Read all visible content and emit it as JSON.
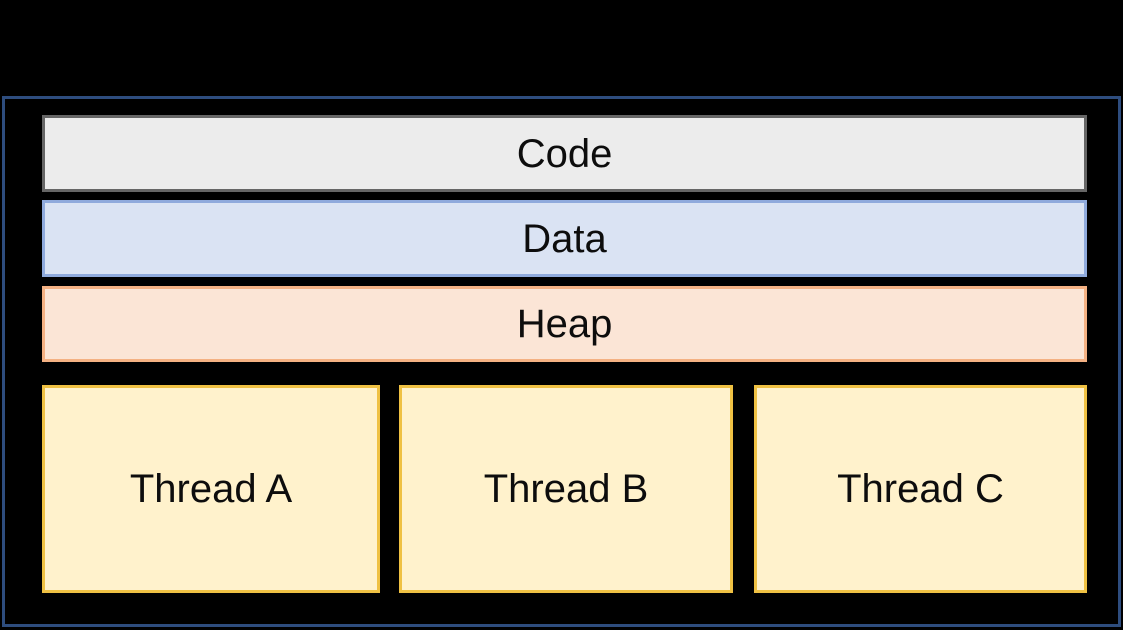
{
  "diagram": {
    "background_color": "#000000",
    "text_color": "#0D0D0D",
    "process_box": {
      "border_color": "#2E4D7E"
    },
    "memory_segments": [
      {
        "label": "Code",
        "fill": "#ECECEC",
        "border": "#666666"
      },
      {
        "label": "Data",
        "fill": "#DAE3F3",
        "border": "#8FAADC"
      },
      {
        "label": "Heap",
        "fill": "#FBE5D6",
        "border": "#F4B183"
      }
    ],
    "threads": [
      {
        "label": "Thread A",
        "fill": "#FFF2CC",
        "border": "#EFC143"
      },
      {
        "label": "Thread B",
        "fill": "#FFF2CC",
        "border": "#EFC143"
      },
      {
        "label": "Thread C",
        "fill": "#FFF2CC",
        "border": "#EFC143"
      }
    ]
  }
}
